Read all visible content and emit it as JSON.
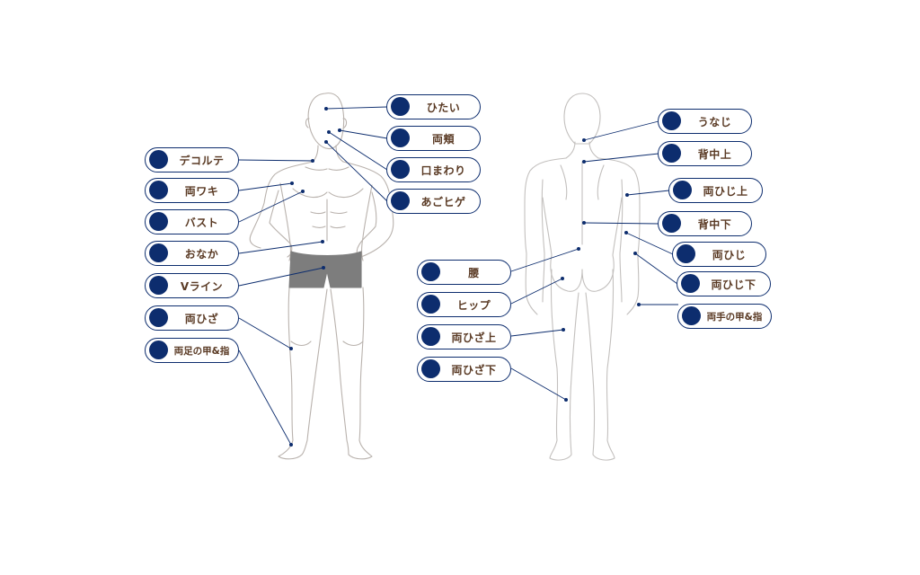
{
  "theme": {
    "accent": "#0d2d6e",
    "label_color": "#5a3a24",
    "body_outline": "#b9b2ad",
    "shorts_fill": "#7d7d7d"
  },
  "front_labels": [
    {
      "key": "hitai",
      "text": "ひたい"
    },
    {
      "key": "ryouhoho",
      "text": "両頬"
    },
    {
      "key": "kuchimawari",
      "text": "口まわり"
    },
    {
      "key": "agohige",
      "text": "あごヒゲ"
    },
    {
      "key": "dekorute",
      "text": "デコルテ"
    },
    {
      "key": "ryouwaki",
      "text": "両ワキ"
    },
    {
      "key": "basuto",
      "text": "バスト"
    },
    {
      "key": "onaka",
      "text": "おなか"
    },
    {
      "key": "vline",
      "text": "Vライン"
    },
    {
      "key": "ryouhiza",
      "text": "両ひざ"
    },
    {
      "key": "ryouashi",
      "text": "両足の甲&指"
    }
  ],
  "back_labels": [
    {
      "key": "unaji",
      "text": "うなじ"
    },
    {
      "key": "senakaue",
      "text": "背中上"
    },
    {
      "key": "ryouhijiue",
      "text": "両ひじ上"
    },
    {
      "key": "senakashita",
      "text": "背中下"
    },
    {
      "key": "ryouhiji",
      "text": "両ひじ"
    },
    {
      "key": "ryouhijishita",
      "text": "両ひじ下"
    },
    {
      "key": "ryoute",
      "text": "両手の甲&指"
    },
    {
      "key": "koshi",
      "text": "腰"
    },
    {
      "key": "hippu",
      "text": "ヒップ"
    },
    {
      "key": "ryouhizaue",
      "text": "両ひざ上"
    },
    {
      "key": "ryouhizashita",
      "text": "両ひざ下"
    }
  ]
}
